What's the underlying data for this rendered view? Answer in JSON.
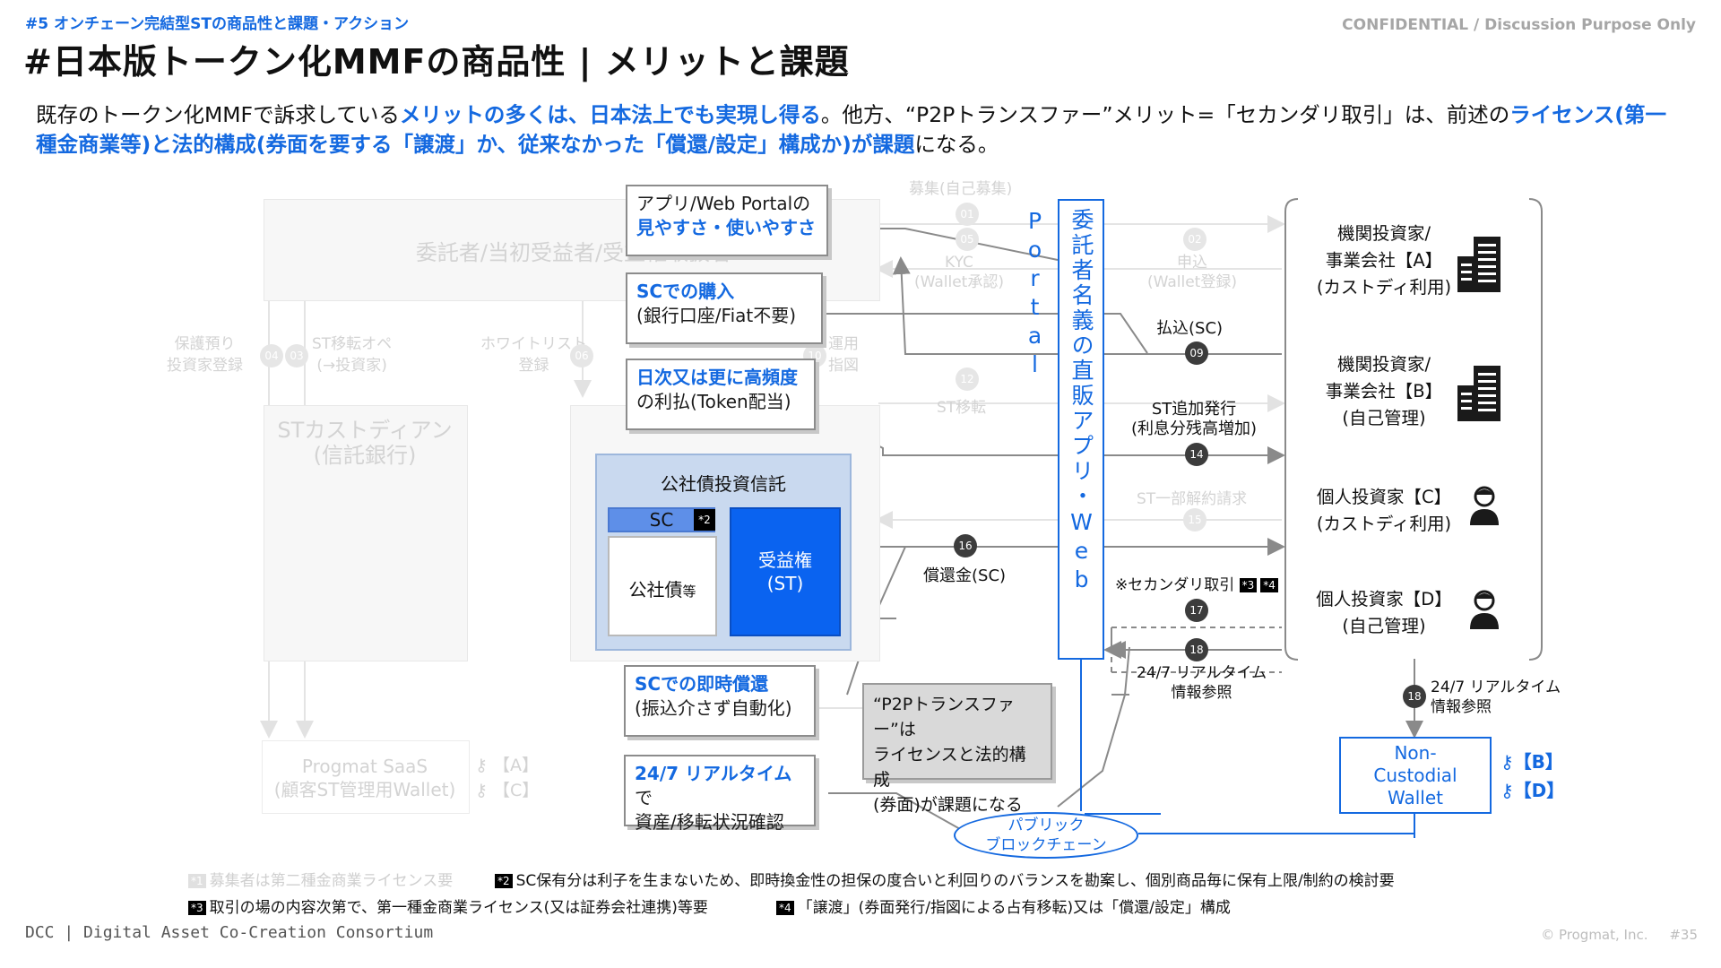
{
  "header": {
    "section_tag": "#5 オンチェーン完結型STの商品性と課題・アクション",
    "confidential": "CONFIDENTIAL / Discussion Purpose Only",
    "title": "#日本版トークン化MMFの商品性 | メリットと課題"
  },
  "summary": {
    "p1": "既存のトークン化MMFで訴求している",
    "h1": "メリットの多くは、日本法上でも実現し得る",
    "p2": "。他方、“P2Pトランスファー”メリット=「セカンダリ取引」は、前述の",
    "h2": "ライセンス(第一種金商業等)と法的構成(券面を要する「譲渡」か、従来なかった「償還/設定」構成か)が課題",
    "p3": "になる。"
  },
  "faded": {
    "entrustor": "委託者/当初受益者/受益権取扱者",
    "st_custodian_l1": "STカストディアン",
    "st_custodian_l2": "(信託銀行)",
    "saas_l1": "Progmat SaaS",
    "saas_l2": "(顧客ST管理用Wallet)",
    "saas_key_a": "【A】",
    "saas_key_c": "【C】",
    "custody_l1": "保護預り",
    "custody_l2": "投資家登録",
    "st_transfer_l1": "ST移転オペ",
    "st_transfer_l2": "(→投資家)",
    "whitelist_l1": "ホワイトリスト",
    "whitelist_l2": "登録",
    "recruit": "募集(自己募集)",
    "kyc_l1": "KYC",
    "kyc_l2": "(Wallet承認)",
    "apply_l1": "申込",
    "apply_l2": "(Wallet登録)",
    "st_move": "ST移転",
    "partial_cancel": "ST一部解約請求",
    "operation_l1": "運用",
    "operation_l2": "指図"
  },
  "callouts": {
    "c1_line1": "アプリ/Web Portalの",
    "c1_bold": "見やすさ・使いやすさ",
    "c2_bold": "SCでの購入",
    "c2_line2": "(銀行口座/Fiat不要)",
    "c3_bold": "日次又は更に高頻度",
    "c3_line2": "の利払(Token配当)",
    "c4_bold": "SCでの即時償還",
    "c4_line2": "(振込介さず自動化)",
    "c5_bold": "24/7 リアルタイム",
    "c5_tail": "で",
    "c5_line2": "資産/移転状況確認",
    "p2p_l1": "“P2Pトランスファー”は",
    "p2p_l2": "ライセンスと法的構成",
    "p2p_l3": "(券面)が課題になる"
  },
  "fund": {
    "title": "公社債投資信託",
    "sc": "SC",
    "sc_note": "*2",
    "bonds_main": "公社債",
    "bonds_small": "等",
    "beneficial_l1": "受益権",
    "beneficial_l2": "(ST)"
  },
  "direct_app": "委託者名義の直販アプリ・Web Portal",
  "flows": {
    "f09_num": "09",
    "f09_label": "払込(SC)",
    "f14_num": "14",
    "f14_l1": "ST追加発行",
    "f14_l2": "(利息分残高増加)",
    "f16_num": "16",
    "f16_label": "償還金(SC)",
    "f17_num": "17",
    "f17_label": "※セカンダリ取引",
    "f17_badge1": "*3",
    "f17_badge2": "*4",
    "f18_num": "18",
    "f18_l1": "24/7 リアルタイム",
    "f18_l2": "情報参照",
    "f18b_num": "18",
    "f18b_l1": "24/7 リアルタイム",
    "f18b_l2": "情報参照",
    "faded_nums": [
      "01",
      "05",
      "02",
      "04",
      "03",
      "06",
      "10",
      "12",
      "15"
    ]
  },
  "investors": {
    "a_l1": "機関投資家/",
    "a_l2": "事業会社【A】",
    "a_l3": "(カストディ利用)",
    "b_l1": "機関投資家/",
    "b_l2": "事業会社【B】",
    "b_l3": "(自己管理)",
    "c_l1": "個人投資家【C】",
    "c_l2": "(カストディ利用)",
    "d_l1": "個人投資家【D】",
    "d_l2": "(自己管理)"
  },
  "wallet": {
    "l1": "Non-",
    "l2": "Custodial",
    "l3": "Wallet",
    "key_b": "【B】",
    "key_d": "【D】"
  },
  "blockchain": {
    "l1": "パブリック",
    "l2": "ブロックチェーン"
  },
  "footnotes": {
    "n1_badge": "*1",
    "n1_text": "募集者は第二種金商業ライセンス要",
    "n2_badge": "*2",
    "n2_text": "SC保有分は利子を生まないため、即時換金性の担保の度合いと利回りのバランスを勘案し、個別商品毎に保有上限/制約の検討要",
    "n3_badge": "*3",
    "n3_text": "取引の場の内容次第で、第一種金商業ライセンス(又は証券会社連携)等要",
    "n4_badge": "*4",
    "n4_text": "「譲渡」(券面発行/指図による占有移転)又は「償還/設定」構成"
  },
  "footer": {
    "logo": "DCC | Digital Asset Co-Creation Consortium",
    "copyright": "© Progmat, Inc.",
    "page": "#35"
  },
  "colors": {
    "accent": "#1469e0",
    "dark_num": "#3c3c3c",
    "faded": "#d3d3d3"
  }
}
